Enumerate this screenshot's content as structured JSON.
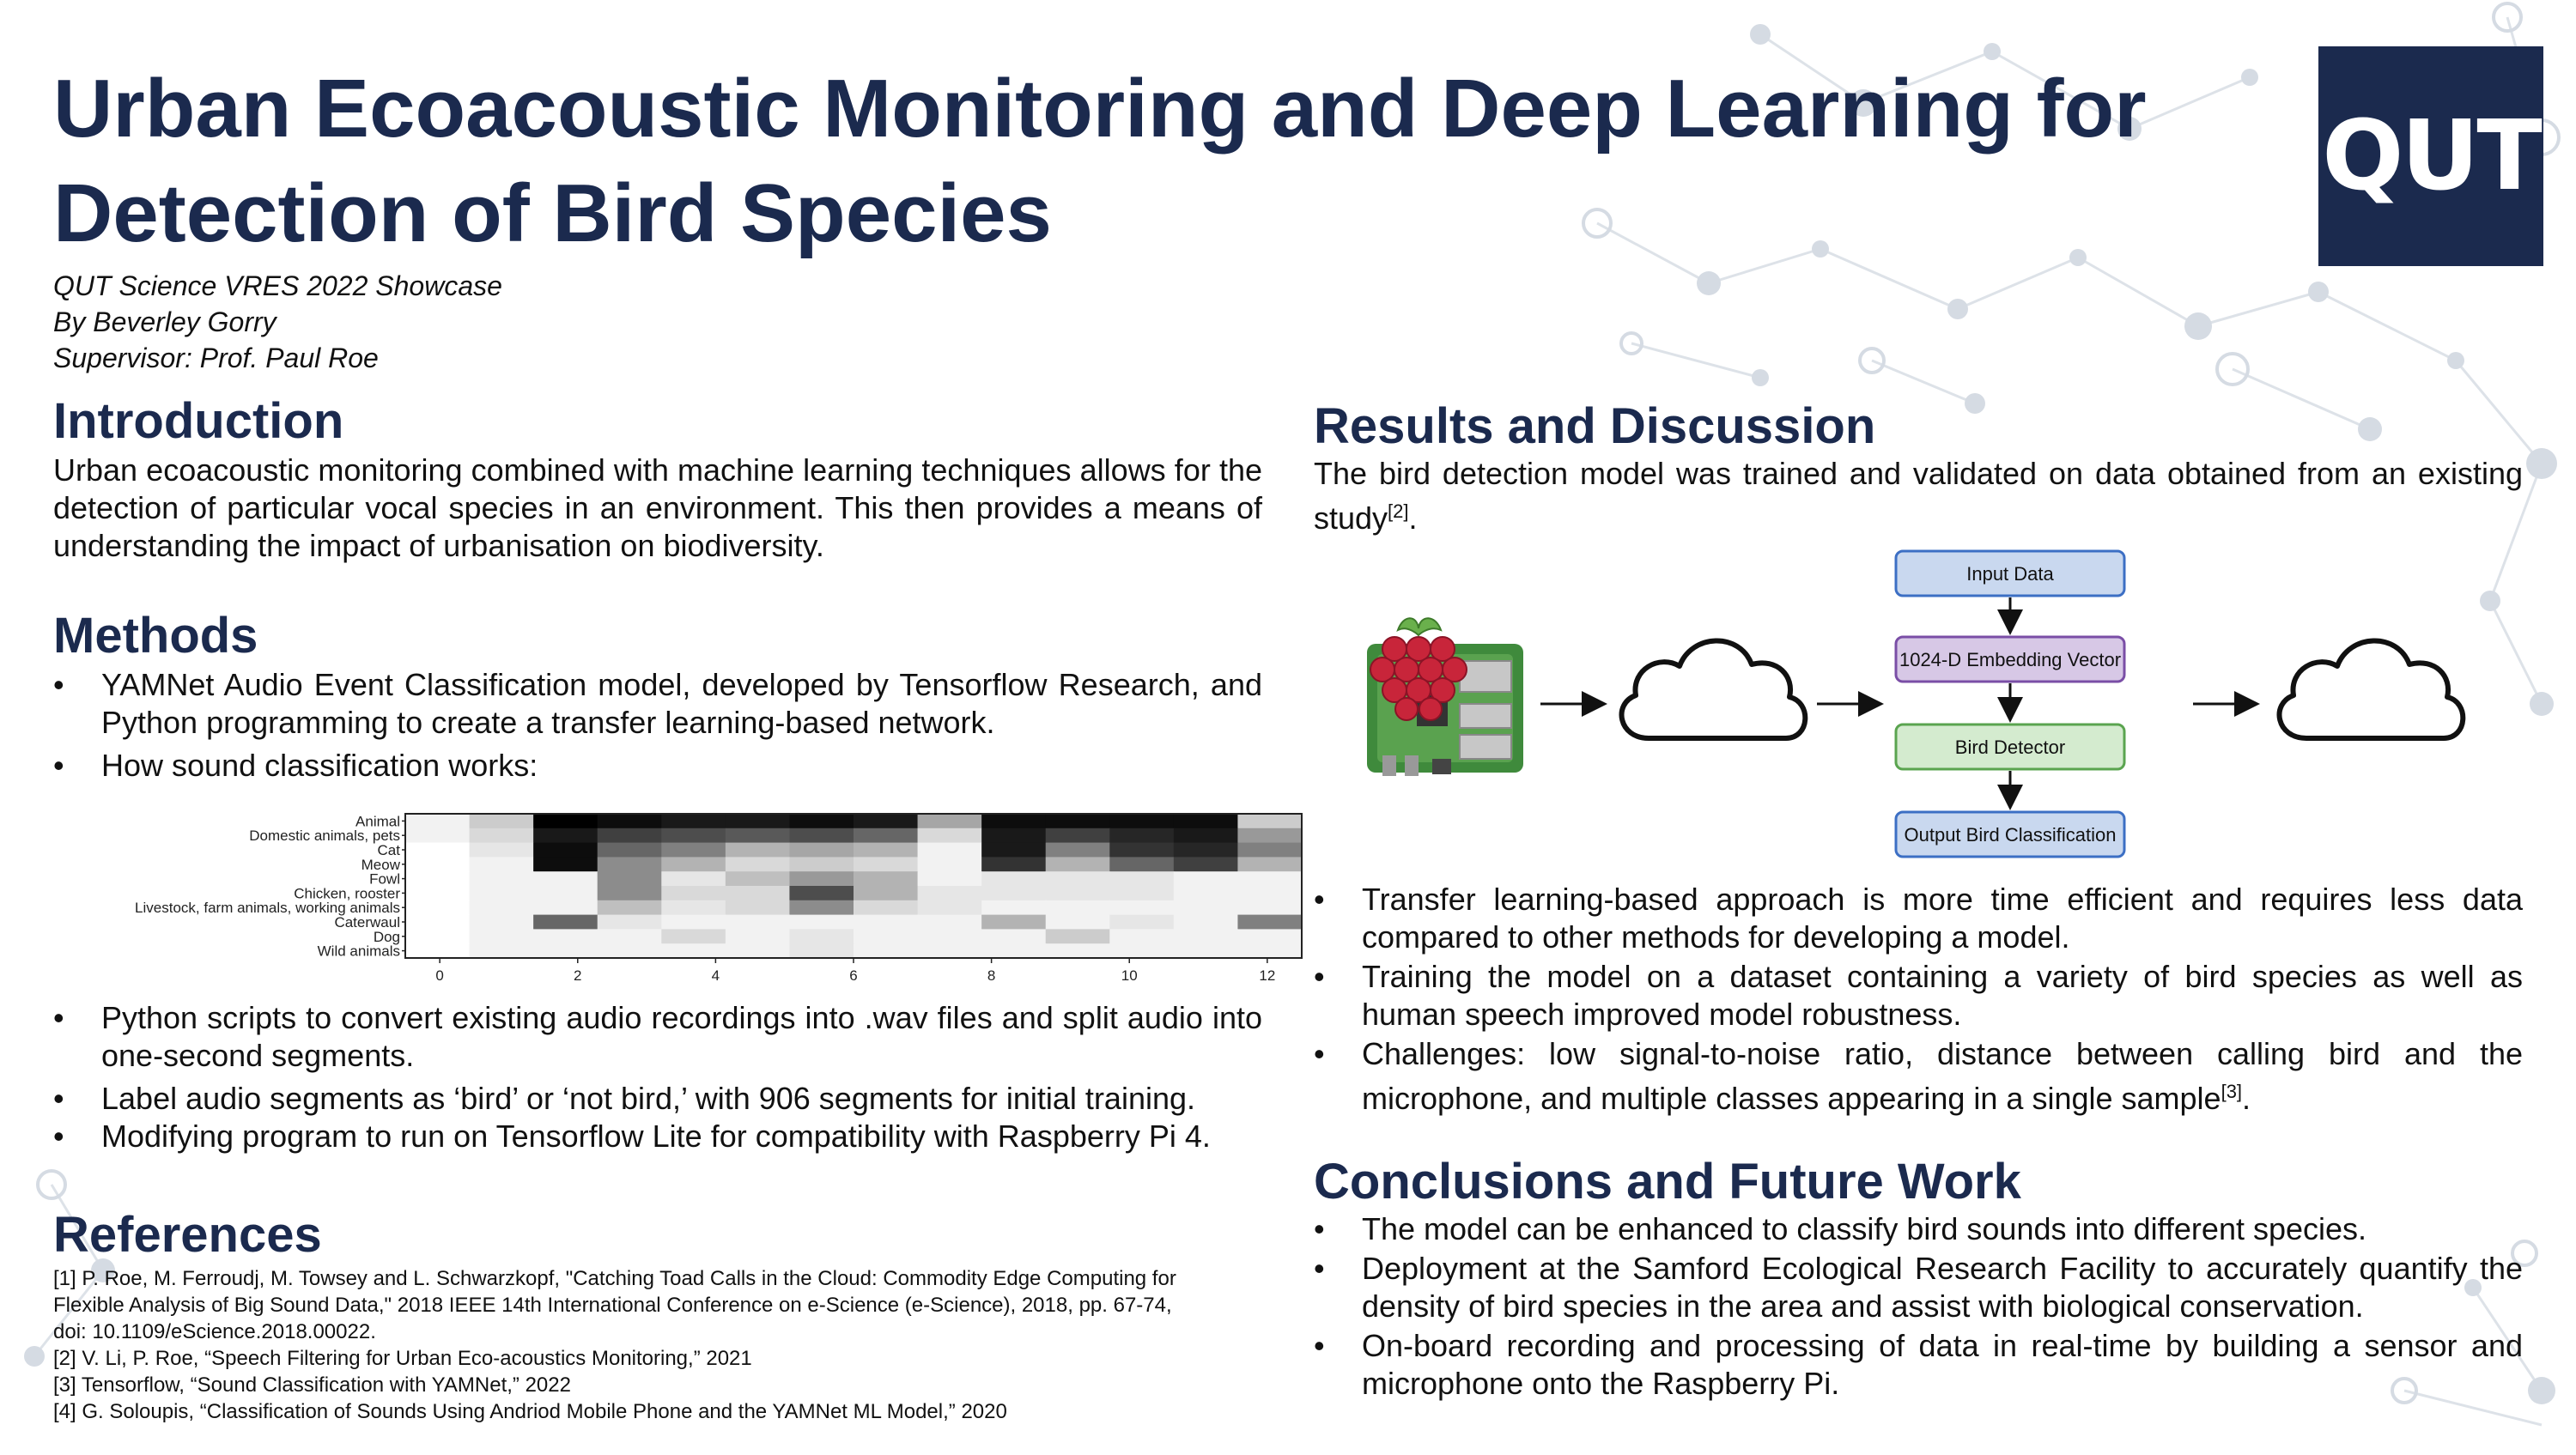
{
  "header": {
    "title": "Urban Ecoacoustic Monitoring and Deep Learning for Detection of Bird Species",
    "event": "QUT Science VRES 2022 Showcase",
    "author": "By Beverley Gorry",
    "supervisor": "Supervisor: Prof. Paul Roe",
    "logo_text": "QUT"
  },
  "introduction": {
    "heading": "Introduction",
    "text": "Urban ecoacoustic monitoring combined with machine learning techniques allows for the detection of particular vocal species in an environment. This then provides a means of understanding the impact of urbanisation on biodiversity."
  },
  "methods": {
    "heading": "Methods",
    "bullets_top": [
      "YAMNet Audio Event Classification model, developed by Tensorflow Research, and Python programming to create a transfer learning-based network.",
      "How sound classification works:"
    ],
    "bullets_bottom": [
      "Python scripts to convert existing audio recordings into .wav files and split audio into one-second segments.",
      "Label audio segments as ‘bird’ or ‘not bird,’ with 906 segments for initial training.",
      "Modifying program to run on Tensorflow Lite for compatibility with Raspberry Pi 4."
    ],
    "bullet_char": "•"
  },
  "chart_data": {
    "type": "heatmap",
    "rows": [
      "Animal",
      "Domestic animals, pets",
      "Cat",
      "Meow",
      "Fowl",
      "Chicken, rooster",
      "Livestock, farm animals, working animals",
      "Caterwaul",
      "Dog",
      "Wild animals"
    ],
    "x_ticks": [
      "0",
      "2",
      "4",
      "6",
      "8",
      "10",
      "12"
    ],
    "x_range": [
      -0.5,
      12.5
    ],
    "columns": 13,
    "values": [
      [
        0.05,
        0.2,
        1.0,
        0.95,
        0.9,
        0.9,
        0.95,
        0.9,
        0.35,
        0.95,
        0.95,
        0.95,
        0.95,
        0.2
      ],
      [
        0.05,
        0.15,
        0.9,
        0.75,
        0.7,
        0.65,
        0.7,
        0.6,
        0.15,
        0.9,
        0.75,
        0.85,
        0.9,
        0.4
      ],
      [
        0.0,
        0.1,
        0.95,
        0.6,
        0.5,
        0.3,
        0.35,
        0.3,
        0.05,
        0.9,
        0.5,
        0.8,
        0.85,
        0.5
      ],
      [
        0.0,
        0.05,
        0.95,
        0.45,
        0.3,
        0.15,
        0.2,
        0.15,
        0.05,
        0.8,
        0.3,
        0.6,
        0.75,
        0.3
      ],
      [
        0.0,
        0.05,
        0.05,
        0.45,
        0.1,
        0.25,
        0.4,
        0.3,
        0.05,
        0.1,
        0.1,
        0.1,
        0.05,
        0.05
      ],
      [
        0.0,
        0.05,
        0.05,
        0.45,
        0.15,
        0.15,
        0.7,
        0.3,
        0.1,
        0.1,
        0.1,
        0.1,
        0.05,
        0.05
      ],
      [
        0.0,
        0.05,
        0.05,
        0.25,
        0.1,
        0.15,
        0.45,
        0.15,
        0.1,
        0.05,
        0.05,
        0.05,
        0.05,
        0.05
      ],
      [
        0.0,
        0.05,
        0.6,
        0.1,
        0.05,
        0.05,
        0.05,
        0.05,
        0.05,
        0.3,
        0.05,
        0.1,
        0.05,
        0.5
      ],
      [
        0.0,
        0.05,
        0.05,
        0.05,
        0.15,
        0.05,
        0.1,
        0.05,
        0.05,
        0.05,
        0.2,
        0.05,
        0.05,
        0.05
      ],
      [
        0.0,
        0.05,
        0.05,
        0.05,
        0.05,
        0.05,
        0.1,
        0.05,
        0.05,
        0.05,
        0.05,
        0.05,
        0.05,
        0.05
      ]
    ],
    "colormap": "white-to-black"
  },
  "references": {
    "heading": "References",
    "items": [
      "[1] P. Roe, M. Ferroudj, M. Towsey and L. Schwarzkopf, \"Catching Toad Calls in the Cloud: Commodity Edge Computing for",
      "Flexible Analysis of Big Sound Data,\" 2018 IEEE 14th International Conference on e-Science (e-Science), 2018, pp. 67-74,",
      "doi: 10.1109/eScience.2018.00022.",
      "[2] V. Li, P. Roe, “Speech Filtering for Urban Eco-acoustics Monitoring,” 2021",
      "[3] Tensorflow, “Sound Classification with YAMNet,” 2022",
      "[4] G. Soloupis, “Classification of Sounds Using Andriod Mobile Phone and the YAMNet ML Model,” 2020"
    ]
  },
  "results": {
    "heading": "Results and Discussion",
    "intro_text": "The bird detection model was trained and validated on data obtained from an existing study",
    "intro_sup": "[2]",
    "intro_end": ".",
    "bullets": [
      "Transfer learning-based approach is more time efficient and requires less data compared to other methods for developing a model.",
      "Training the model on a dataset containing a variety of bird species as well as human speech improved model robustness."
    ],
    "challenge_text": "Challenges: low signal-to-noise ratio, distance between calling bird and the microphone, and multiple classes appearing in a single sample",
    "challenge_sup": "[3]",
    "challenge_end": "."
  },
  "diagram": {
    "boxes": [
      {
        "label": "Input Data",
        "fill": "#c9d8ef",
        "stroke": "#3c6fc4"
      },
      {
        "label": "1024-D Embedding Vector",
        "fill": "#d7c8e6",
        "stroke": "#7a4ea6"
      },
      {
        "label": "Bird Detector",
        "fill": "#d4ebcf",
        "stroke": "#5aa44f"
      },
      {
        "label": "Output Bird Classification",
        "fill": "#c9d8ef",
        "stroke": "#3c6fc4"
      }
    ],
    "icons": [
      "raspberry-pi-board-icon",
      "cloud-icon",
      "cloud-icon"
    ]
  },
  "conclusions": {
    "heading": "Conclusions and Future Work",
    "bullets": [
      "The model can be enhanced to classify bird sounds into different species.",
      "Deployment at the Samford Ecological Research Facility to accurately quantify the density of bird species in the area and assist with biological conservation.",
      "On-board recording and processing of data in real-time by building a sensor and microphone onto the Raspberry Pi."
    ]
  },
  "colors": {
    "navy": "#1b2a4e",
    "network": "#d5dbe3"
  }
}
